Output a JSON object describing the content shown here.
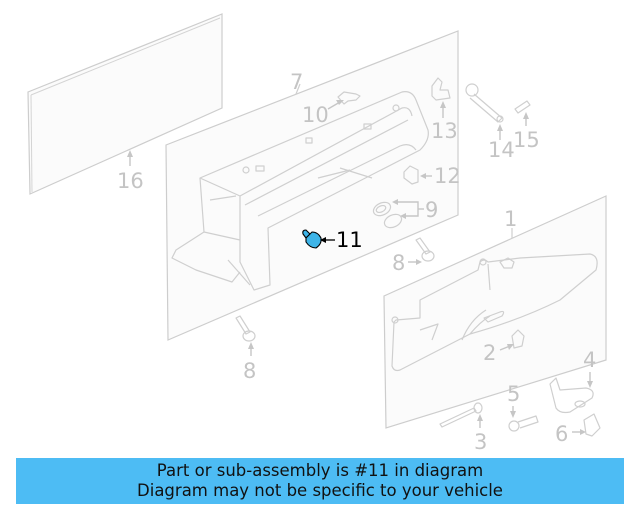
{
  "diagram": {
    "highlighted_part": "11",
    "highlight_color": "#3db4e8",
    "callouts": [
      {
        "id": "1",
        "label": "1"
      },
      {
        "id": "2",
        "label": "2"
      },
      {
        "id": "3",
        "label": "3"
      },
      {
        "id": "4",
        "label": "4"
      },
      {
        "id": "5",
        "label": "5"
      },
      {
        "id": "6",
        "label": "6"
      },
      {
        "id": "7",
        "label": "7"
      },
      {
        "id": "8a",
        "label": "8"
      },
      {
        "id": "8b",
        "label": "8"
      },
      {
        "id": "9",
        "label": "9"
      },
      {
        "id": "10",
        "label": "10"
      },
      {
        "id": "11",
        "label": "11"
      },
      {
        "id": "12",
        "label": "12"
      },
      {
        "id": "13",
        "label": "13"
      },
      {
        "id": "14",
        "label": "14"
      },
      {
        "id": "15",
        "label": "15"
      },
      {
        "id": "16",
        "label": "16"
      }
    ]
  },
  "banner": {
    "line1": "Part or sub-assembly is #11 in diagram",
    "line2": "Diagram may not be specific to your vehicle",
    "background": "#4dbcf4"
  }
}
